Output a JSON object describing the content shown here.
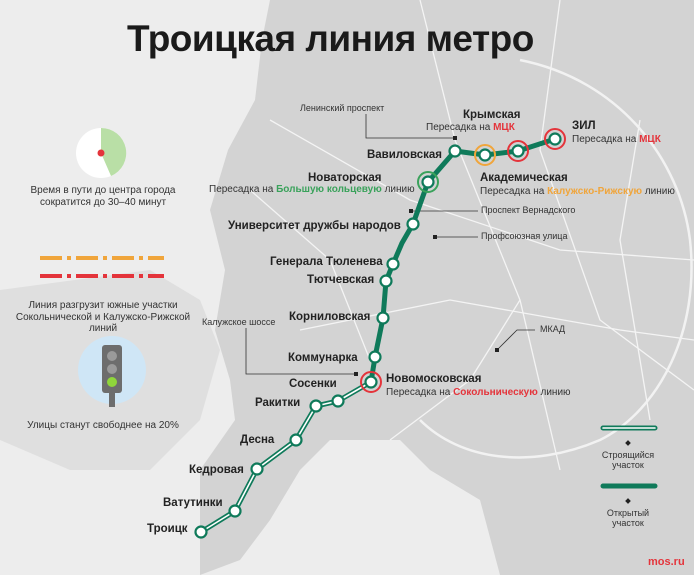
{
  "title": "Троицкая линия метро",
  "stations": {
    "zil": "ЗИЛ",
    "krymskaya": "Крымская",
    "vavilovskaya": "Вавиловская",
    "novatorskaya": "Новаторская",
    "akademicheskaya": "Академическая",
    "udn": "Университет дружбы народов",
    "tyuleneva": "Генерала Тюленева",
    "tyutchevskaya": "Тютчевская",
    "kornilovskaya": "Корниловская",
    "kommunarka": "Коммунарка",
    "novomoskovskaya": "Новомосковская",
    "sosenki": "Сосенки",
    "rakitki": "Ракитки",
    "desna": "Десна",
    "kedrovaya": "Кедровая",
    "vatutinki": "Ватутинки",
    "troitsk": "Троицк"
  },
  "transfers": {
    "zil": {
      "prefix": "Пересадка на",
      "line": "МЦК",
      "suffix": ""
    },
    "krymskaya": {
      "prefix": "Пересадка на",
      "line": "МЦК",
      "suffix": ""
    },
    "novatorskaya": {
      "prefix": "Пересадка на",
      "line": "Большую кольцевую",
      "suffix": "линию"
    },
    "akademicheskaya": {
      "prefix": "Пересадка на",
      "line": "Калужско-Рижскую",
      "suffix": "линию"
    },
    "novomoskovskaya": {
      "prefix": "Пересадка на",
      "line": "Сокольническую",
      "suffix": "линию"
    }
  },
  "streets": {
    "leninsky": "Ленинский проспект",
    "vernadskogo": "Проспект Вернадского",
    "profsoyuznaya": "Профсоюзная улица",
    "kaluzhskoe": "Калужское шоссе",
    "mkad": "МКАД"
  },
  "info": {
    "time_text": "Время в пути до центра города сократится до 30–40 минут",
    "unload_text": "Линия разгрузит южные участки Сокольнической и Калужско-Рижской линий",
    "traffic_text": "Улицы станут свободнее на 20%"
  },
  "legend": {
    "construction": "Строящийся участок",
    "open": "Открытый участок"
  },
  "source": "mos.ru",
  "colors": {
    "line": "#0f7a5a",
    "mcc": "#e4343b",
    "kaluzhsko_rizhskaya": "#f0a53b",
    "bolshaya_koltsevaya": "#3aa25b",
    "sokolnicheskaya": "#e4343b",
    "city_area": "#d3d3d3",
    "background": "#ededed"
  }
}
